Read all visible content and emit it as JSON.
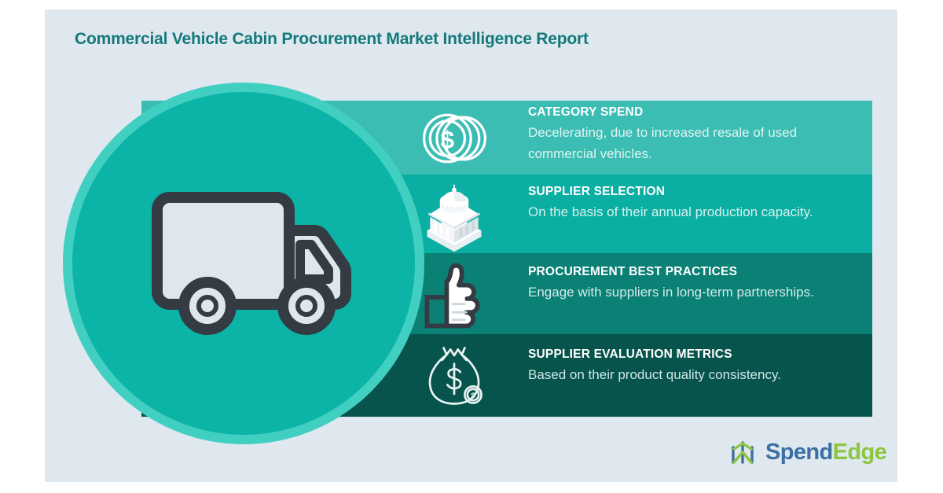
{
  "report": {
    "title": "Commercial Vehicle Cabin Procurement Market Intelligence Report"
  },
  "hero": {
    "icon": "delivery-truck-icon",
    "circle_outer_color": "#41cfc2",
    "circle_inner_color": "#0bb4a7"
  },
  "background": {
    "page_color": "#ffffff",
    "panel_color": "#dfe8ee",
    "title_color": "#14797c"
  },
  "rows": [
    {
      "icon": "coins-dollar-icon",
      "title": "CATEGORY SPEND",
      "description": "Decelerating, due to increased resale of used commercial vehicles.",
      "band_color": "#3cbdb4"
    },
    {
      "icon": "bank-building-icon",
      "title": "SUPPLIER SELECTION",
      "description": "On the basis of their annual production capacity.",
      "band_color": "#0aaea2"
    },
    {
      "icon": "thumbs-up-icon",
      "title": "PROCUREMENT BEST PRACTICES",
      "description": "Engage with suppliers in long-term partnerships.",
      "band_color": "#0b8075"
    },
    {
      "icon": "money-bag-dollar-icon",
      "title": "SUPPLIER EVALUATION METRICS",
      "description": "Based on their product quality consistency.",
      "band_color": "#07544d"
    }
  ],
  "logo": {
    "mark": "spendedge-tri-branch-icon",
    "word_primary": "Spend",
    "word_secondary": "Edge",
    "primary_color": "#3c6fa4",
    "secondary_color": "#8cc63f"
  }
}
